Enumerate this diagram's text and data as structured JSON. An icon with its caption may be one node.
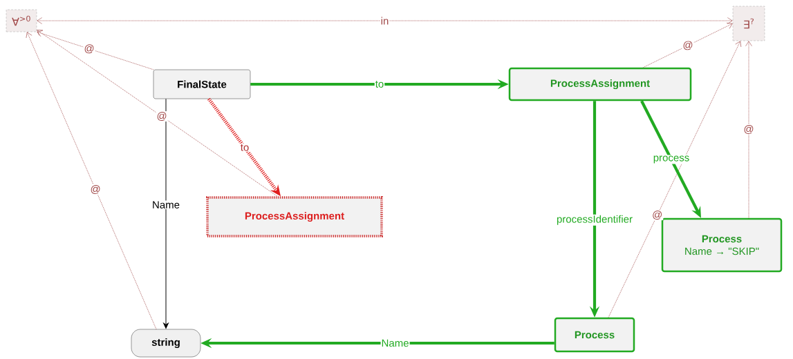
{
  "diagram": {
    "nodes": [
      {
        "text": [
          "∀$^{>0}$"
        ]
      },
      {
        "text": [
          "∃$^{?}$"
        ]
      },
      {
        "text": [
          "FinalState"
        ]
      },
      {
        "text": [
          "ProcessAssignment"
        ]
      },
      {
        "text": [
          "ProcessAssignment"
        ]
      },
      {
        "text": [
          "Process",
          "Name → \"SKIP\""
        ]
      },
      {
        "text": [
          "string"
        ]
      },
      {
        "text": [
          "Process"
        ]
      }
    ],
    "edges": [
      {
        "from": 0,
        "to": 1,
        "arrow": "both",
        "label": "in",
        "style": "dashed"
      },
      {
        "from": 2,
        "to": 0,
        "arrow": "to",
        "label": "@",
        "style": "dashed"
      },
      {
        "from": 4,
        "to": 0,
        "arrow": "to",
        "label": "@",
        "style": "dashed"
      },
      {
        "from": 6,
        "to": 0,
        "arrow": "to",
        "label": "@",
        "style": "dashed"
      },
      {
        "from": 3,
        "to": 1,
        "arrow": "to",
        "label": "@",
        "style": "dashed"
      },
      {
        "from": 7,
        "to": 1,
        "arrow": "to",
        "label": "@",
        "style": "dashed"
      },
      {
        "from": 5,
        "to": 1,
        "arrow": "to",
        "label": "@",
        "style": "dashed"
      },
      {
        "from": 2,
        "to": 3,
        "arrow": "to",
        "label": "to",
        "style": "thick",
        "color": "#22aa22"
      },
      {
        "from": 2,
        "to": 4,
        "arrow": "to",
        "label": "to",
        "style": "dashed",
        "color": "#e02020"
      },
      {
        "from": 2,
        "to": 6,
        "arrow": "to",
        "label": "Name",
        "color": "#000000"
      },
      {
        "from": 3,
        "to": 7,
        "arrow": "to",
        "label": "processIdentifier",
        "style": "thick",
        "color": "#22aa22"
      },
      {
        "from": 3,
        "to": 5,
        "arrow": "to",
        "label": "process",
        "style": "thick",
        "color": "#22aa22"
      },
      {
        "from": 7,
        "to": 6,
        "arrow": "to",
        "label": "Name",
        "style": "thick",
        "color": "#22aa22"
      }
    ]
  }
}
